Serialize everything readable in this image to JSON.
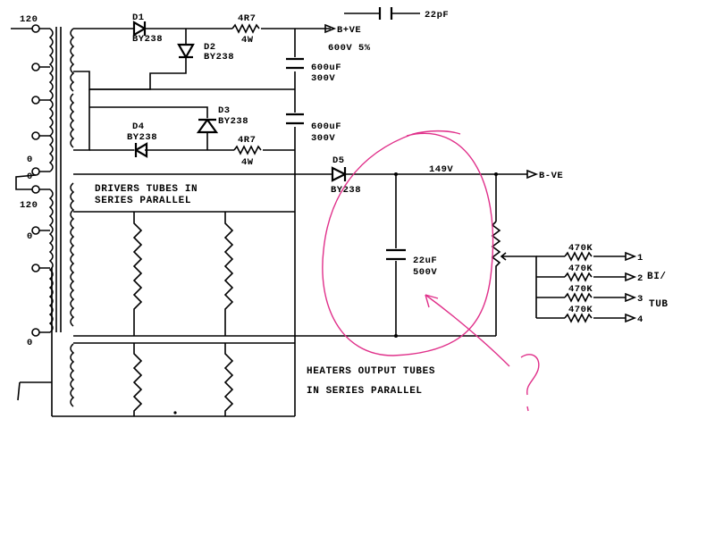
{
  "colors": {
    "ink": "#000000",
    "annotation": "#e0308a",
    "background": "#ffffff"
  },
  "transformer": {
    "tap_top": "120",
    "tap_mid_upper": "0",
    "tap_mid": "0",
    "tap_mid_120": "120",
    "tap_lower": "0",
    "tap_bottom": "0"
  },
  "diodes": {
    "d1": {
      "ref": "D1",
      "part": "BY238"
    },
    "d2": {
      "ref": "D2",
      "part": "BY238"
    },
    "d3": {
      "ref": "D3",
      "part": "BY238"
    },
    "d4": {
      "ref": "D4",
      "part": "BY238"
    },
    "d5": {
      "ref": "D5",
      "part": "BY238"
    }
  },
  "resistors": {
    "r1": {
      "value": "4R7",
      "power": "4W"
    },
    "r2": {
      "value": "4R7",
      "power": "4W"
    },
    "bias1": "470K",
    "bias2": "470K",
    "bias3": "470K",
    "bias4": "470K"
  },
  "capacitors": {
    "c_top": "22pF",
    "c1": {
      "value": "600uF",
      "voltage": "300V"
    },
    "c2": {
      "value": "600uF",
      "voltage": "300V"
    },
    "c_bias": {
      "value": "22uF",
      "voltage": "500V"
    }
  },
  "rails": {
    "bplus": "B+VE",
    "bplus_spec": "600V 5%",
    "bminus": "B-VE",
    "bminus_voltage": "149V"
  },
  "outputs": {
    "o1": "1",
    "o2": "2",
    "o3": "3",
    "o4": "4",
    "side_text_2": "BI/",
    "side_text_3": "TUB"
  },
  "notes": {
    "drivers_line1": "DRIVERS TUBES IN",
    "drivers_line2": "SERIES PARALLEL",
    "heaters_line1": "HEATERS OUTPUT TUBES",
    "heaters_line2": "IN SERIES PARALLEL"
  }
}
